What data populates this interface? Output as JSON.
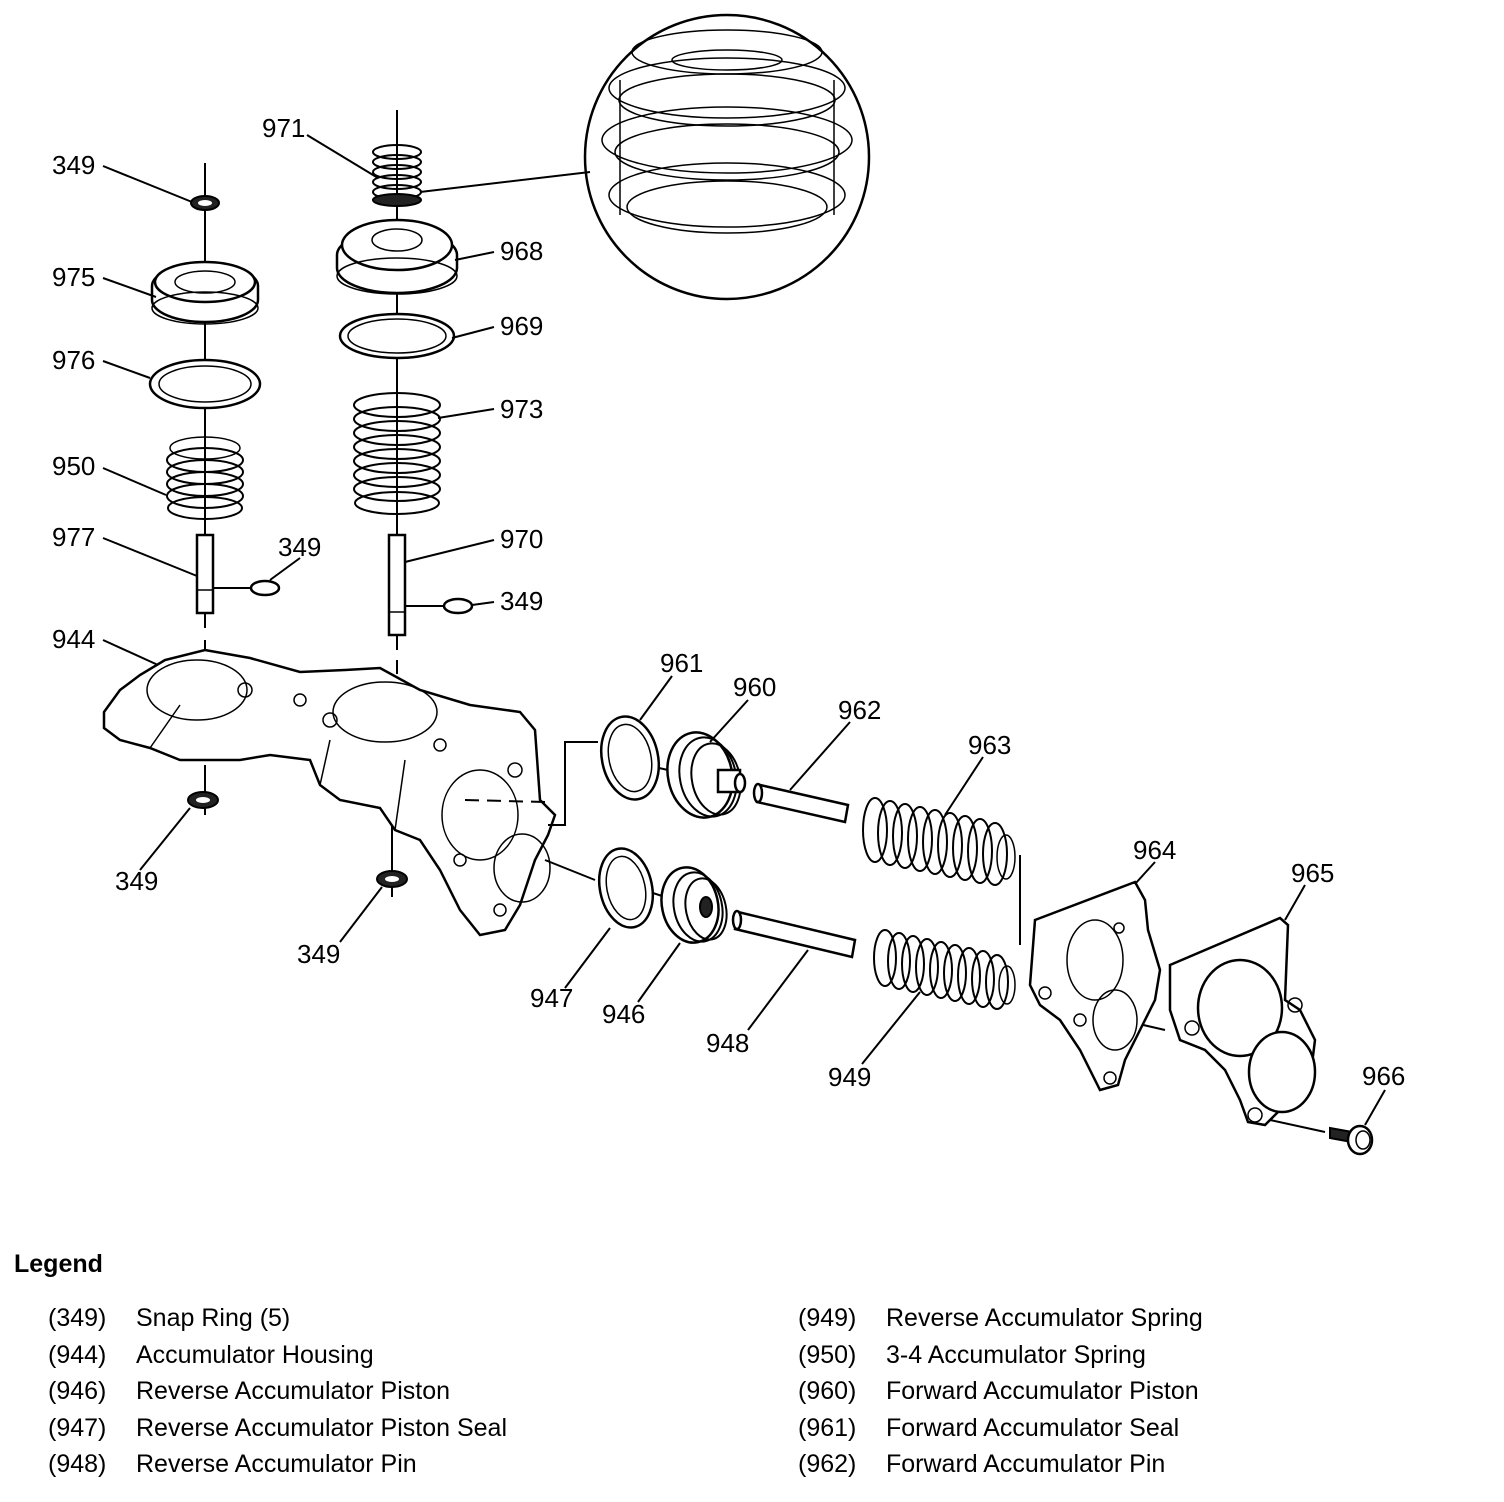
{
  "callouts": [
    {
      "id": "c971",
      "text": "971"
    },
    {
      "id": "c349a",
      "text": "349"
    },
    {
      "id": "c968",
      "text": "968"
    },
    {
      "id": "c975",
      "text": "975"
    },
    {
      "id": "c969",
      "text": "969"
    },
    {
      "id": "c976",
      "text": "976"
    },
    {
      "id": "c973",
      "text": "973"
    },
    {
      "id": "c950",
      "text": "950"
    },
    {
      "id": "c977",
      "text": "977"
    },
    {
      "id": "c349b",
      "text": "349"
    },
    {
      "id": "c970",
      "text": "970"
    },
    {
      "id": "c349c",
      "text": "349"
    },
    {
      "id": "c944",
      "text": "944"
    },
    {
      "id": "c961",
      "text": "961"
    },
    {
      "id": "c960",
      "text": "960"
    },
    {
      "id": "c962",
      "text": "962"
    },
    {
      "id": "c963",
      "text": "963"
    },
    {
      "id": "c349d",
      "text": "349"
    },
    {
      "id": "c349e",
      "text": "349"
    },
    {
      "id": "c964",
      "text": "964"
    },
    {
      "id": "c965",
      "text": "965"
    },
    {
      "id": "c947",
      "text": "947"
    },
    {
      "id": "c946",
      "text": "946"
    },
    {
      "id": "c948",
      "text": "948"
    },
    {
      "id": "c949",
      "text": "949"
    },
    {
      "id": "c966",
      "text": "966"
    }
  ],
  "legend": {
    "title": "Legend",
    "left": [
      {
        "code": "(349)",
        "label": "Snap Ring (5)"
      },
      {
        "code": "(944)",
        "label": "Accumulator Housing"
      },
      {
        "code": "(946)",
        "label": "Reverse Accumulator Piston"
      },
      {
        "code": "(947)",
        "label": "Reverse Accumulator Piston Seal"
      },
      {
        "code": "(948)",
        "label": "Reverse Accumulator Pin"
      }
    ],
    "right": [
      {
        "code": "(949)",
        "label": "Reverse Accumulator Spring"
      },
      {
        "code": "(950)",
        "label": "3-4 Accumulator Spring"
      },
      {
        "code": "(960)",
        "label": "Forward Accumulator Piston"
      },
      {
        "code": "(961)",
        "label": "Forward Accumulator Seal"
      },
      {
        "code": "(962)",
        "label": "Forward Accumulator Pin"
      }
    ]
  }
}
